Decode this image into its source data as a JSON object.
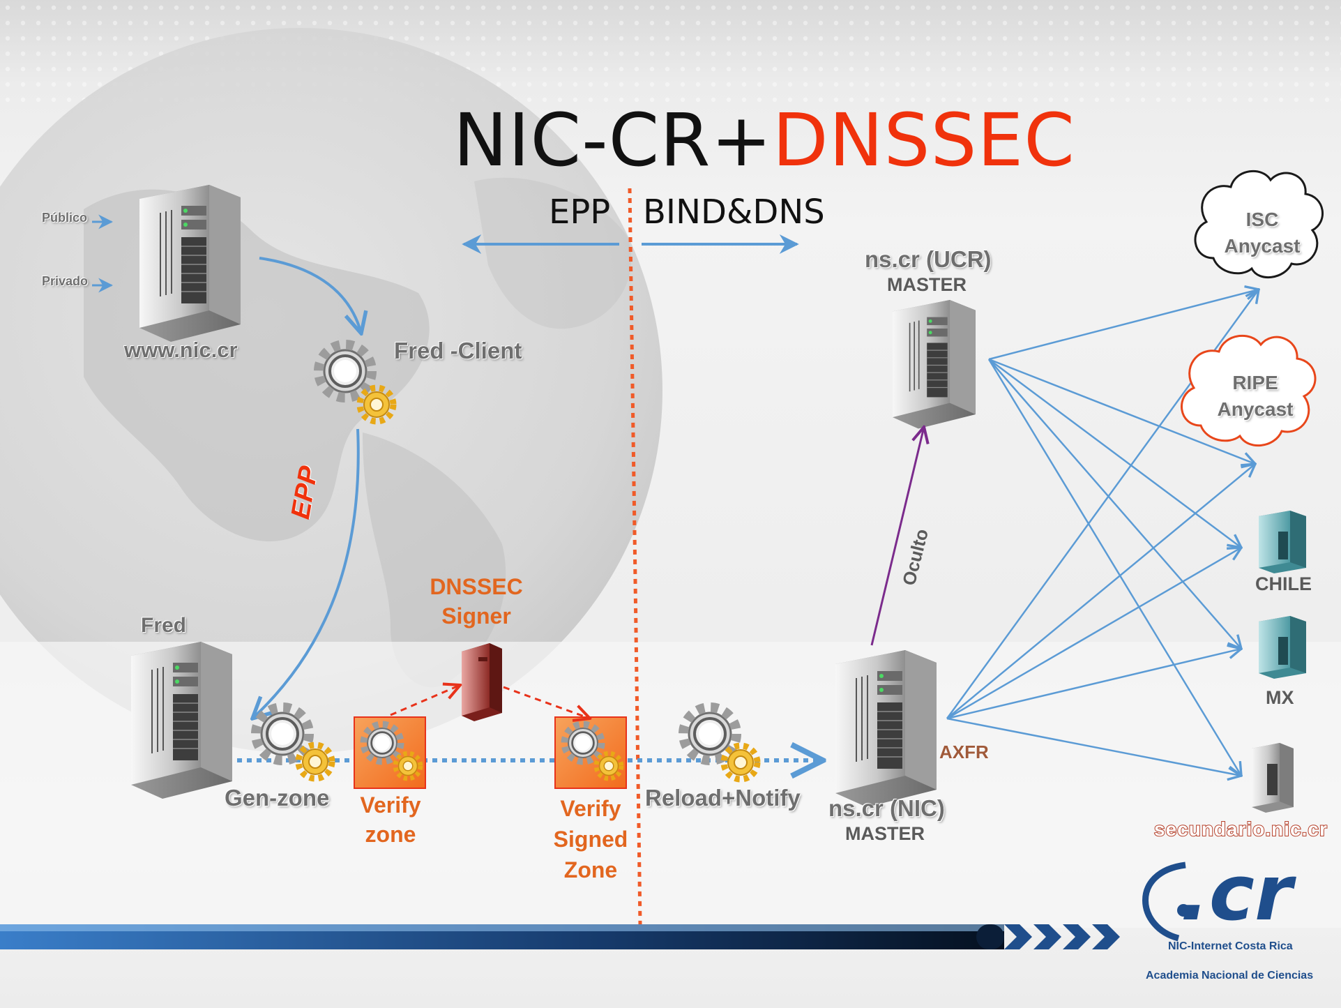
{
  "title": {
    "part1": "NIC-CR+",
    "part2": "DNSSEC"
  },
  "sections": {
    "left": "EPP",
    "right": "BIND&DNS"
  },
  "inputs": {
    "public": "Público",
    "private": "Privado"
  },
  "nodes": {
    "web": "www.nic.cr",
    "fred_client": "Fred -Client",
    "epp_edge": "EPP",
    "fred": "Fred",
    "gen_zone": "Gen-zone",
    "verify_zone": "Verify\nzone",
    "dnssec_signer": "DNSSEC\nSigner",
    "verify_signed": "Verify\nSigned\nZone",
    "reload_notify": "Reload+Notify",
    "ns_nic_line1": "ns.cr (NIC)",
    "ns_nic_line2": "MASTER",
    "ns_ucr_line1": "ns.cr (UCR)",
    "ns_ucr_line2": "MASTER",
    "oculto": "Oculto",
    "axfr": "AXFR",
    "isc": "ISC\nAnycast",
    "ripe": "RIPE\nAnycast",
    "chile": "CHILE",
    "mx": "MX",
    "secundario": "secundario.nic.cr"
  },
  "logo": {
    "mark": ".cr",
    "org": "NIC-Internet Costa Rica",
    "academy": "Academia Nacional de Ciencias"
  },
  "colors": {
    "arrow_blue": "#5b9bd5",
    "divider": "#f05a28",
    "dnssec_red": "#f0320c",
    "oculto_purple": "#7b2b8c"
  }
}
